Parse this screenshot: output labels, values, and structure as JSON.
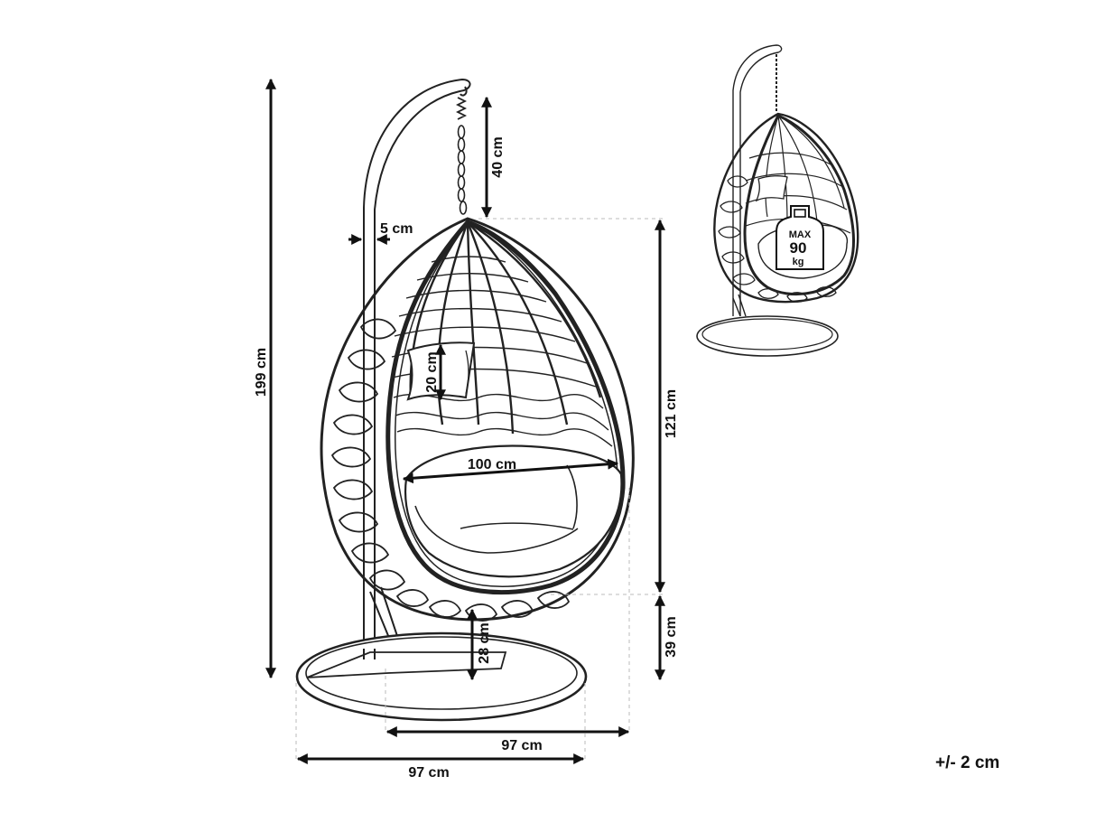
{
  "dimensions": {
    "overall_height": "199 cm",
    "chain_length": "40 cm",
    "pole_thickness": "5 cm",
    "basket_height": "121 cm",
    "cushion_height": "20 cm",
    "seat_width": "100 cm",
    "ground_clearance": "28 cm",
    "base_to_basket": "39 cm",
    "base_depth": "97 cm",
    "base_width": "97 cm"
  },
  "tolerance": "+/- 2 cm",
  "max_load": {
    "label": "MAX",
    "value": "90",
    "unit": "kg"
  }
}
